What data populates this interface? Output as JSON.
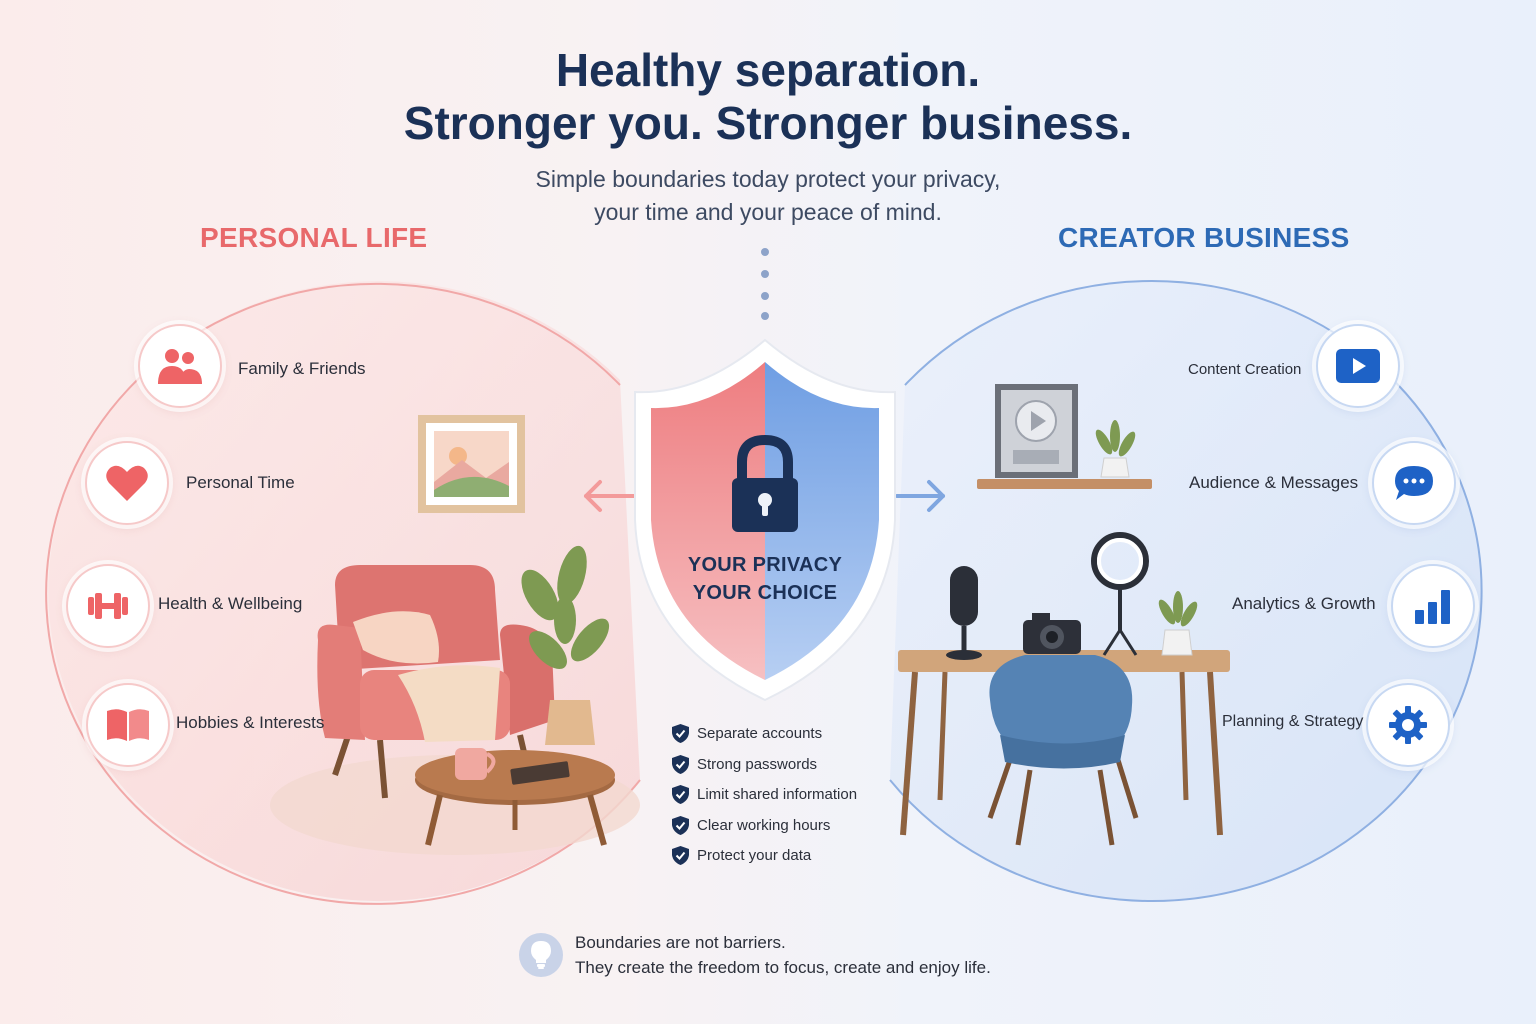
{
  "header": {
    "title_line1": "Healthy separation.",
    "title_line2": "Stronger you. Stronger business.",
    "subtitle_line1": "Simple boundaries today protect your privacy,",
    "subtitle_line2": "your time and your peace of mind."
  },
  "personal": {
    "title": "PERSONAL LIFE",
    "color": "#e8696b",
    "items": [
      {
        "label": "Family & Friends",
        "icon": "people-icon"
      },
      {
        "label": "Personal Time",
        "icon": "heart-icon"
      },
      {
        "label": "Health & Wellbeing",
        "icon": "dumbbell-icon"
      },
      {
        "label": "Hobbies & Interests",
        "icon": "book-icon"
      }
    ]
  },
  "business": {
    "title": "CREATOR BUSINESS",
    "color": "#2d6ab5",
    "items": [
      {
        "label": "Content Creation",
        "icon": "play-icon"
      },
      {
        "label": "Audience & Messages",
        "icon": "chat-icon"
      },
      {
        "label": "Analytics & Growth",
        "icon": "bar-chart-icon"
      },
      {
        "label": "Planning & Strategy",
        "icon": "gear-icon"
      }
    ]
  },
  "shield": {
    "line1": "YOUR PRIVACY",
    "line2": "YOUR CHOICE",
    "icon": "lock-icon"
  },
  "checklist": [
    "Separate accounts",
    "Strong passwords",
    "Limit shared information",
    "Clear working hours",
    "Protect your data"
  ],
  "footer": {
    "line1": "Boundaries are not barriers.",
    "line2": "They create the freedom to focus, create and enjoy life.",
    "icon": "lightbulb-icon"
  }
}
